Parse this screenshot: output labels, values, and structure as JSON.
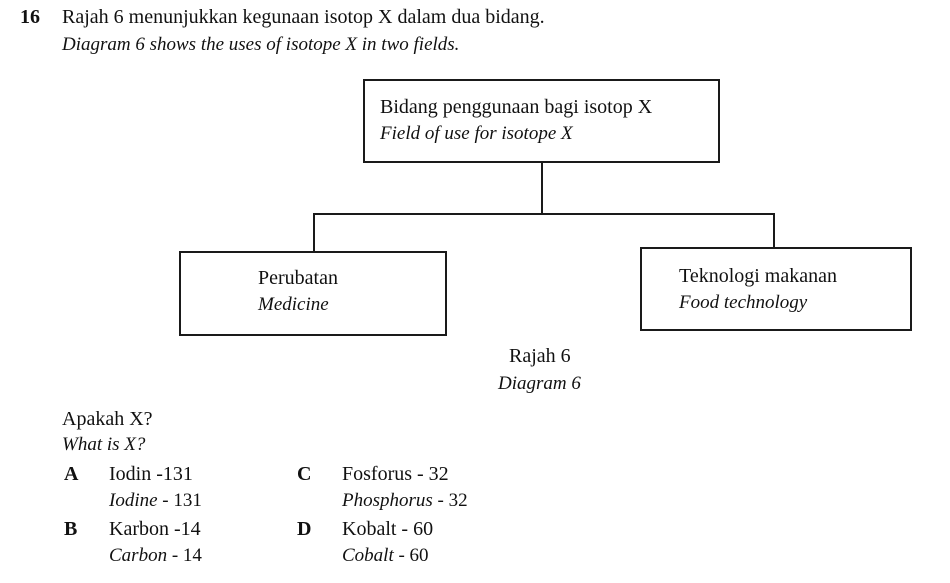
{
  "question": {
    "number": "16",
    "stem_malay": "Rajah 6 menunjukkan kegunaan isotop X dalam dua bidang.",
    "stem_english": "Diagram 6 shows the uses of isotope X in two fields."
  },
  "diagram": {
    "root": {
      "malay": "Bidang penggunaan bagi isotop X",
      "english": "Field of use for isotope X"
    },
    "left": {
      "malay": "Perubatan",
      "english": "Medicine"
    },
    "right": {
      "malay": "Teknologi makanan",
      "english": "Food technology"
    },
    "caption_malay": "Rajah 6",
    "caption_english": "Diagram 6"
  },
  "prompt": {
    "malay": "Apakah X?",
    "english": "What is X?"
  },
  "options": {
    "A": {
      "letter": "A",
      "malay": "Iodin -131",
      "english_name": "Iodine",
      "english_num": " - 131"
    },
    "B": {
      "letter": "B",
      "malay": "Karbon -14",
      "english_name": "Carbon",
      "english_num": " - 14"
    },
    "C": {
      "letter": "C",
      "malay": "Fosforus - 32",
      "english_name": "Phosphorus",
      "english_num": " - 32"
    },
    "D": {
      "letter": "D",
      "malay": "Kobalt - 60",
      "english_name": "Cobalt",
      "english_num": " - 60"
    }
  }
}
